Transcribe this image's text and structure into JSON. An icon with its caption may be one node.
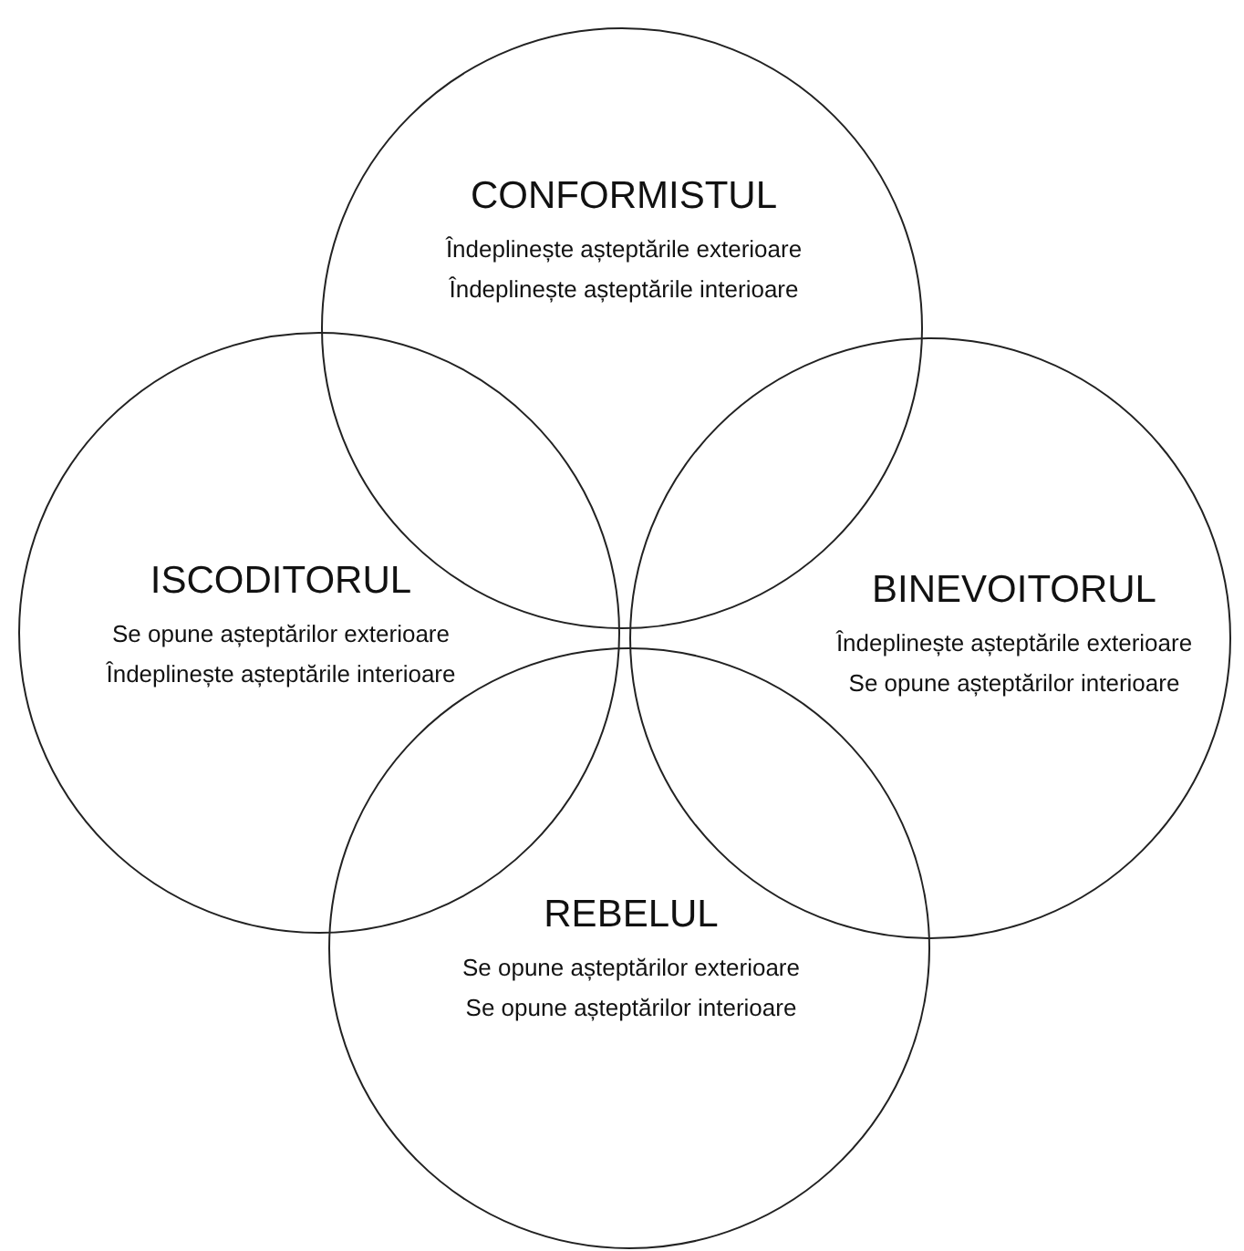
{
  "diagram": {
    "nodes": [
      {
        "text": [
          "CONFORMISTUL",
          "Îndeplinește așteptările exterioare",
          "Îndeplinește așteptările interioare"
        ]
      },
      {
        "text": [
          "ISCODITORUL",
          "Se opune așteptărilor exterioare",
          "Îndeplinește așteptările interioare"
        ]
      },
      {
        "text": [
          "BINEVOITORUL",
          "Îndeplinește așteptările exterioare",
          "Se opune așteptărilor interioare"
        ]
      },
      {
        "text": [
          "REBELUL",
          "Se opune așteptărilor exterioare",
          "Se opune așteptărilor interioare"
        ]
      }
    ],
    "edges": []
  }
}
